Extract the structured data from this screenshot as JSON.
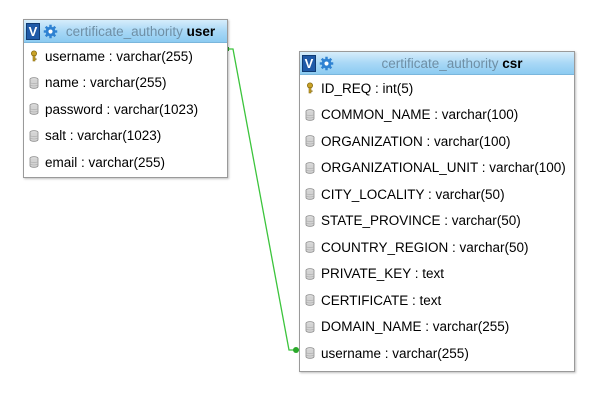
{
  "colors": {
    "relation_line": "#3cc43c",
    "header_top": "#d6edfb",
    "header_bottom": "#8ccbf1",
    "toggle": "#1f5aa8"
  },
  "tables": {
    "user": {
      "toggle_label": "V",
      "database": "certificate_authority",
      "name": "user",
      "columns": [
        {
          "text": "username : varchar(255)",
          "icon": "key-icon"
        },
        {
          "text": "name : varchar(255)",
          "icon": "column-icon"
        },
        {
          "text": "password : varchar(1023)",
          "icon": "column-icon"
        },
        {
          "text": "salt : varchar(1023)",
          "icon": "column-icon"
        },
        {
          "text": "email : varchar(255)",
          "icon": "column-icon"
        }
      ]
    },
    "csr": {
      "toggle_label": "V",
      "database": "certificate_authority",
      "name": "csr",
      "columns": [
        {
          "text": "ID_REQ : int(5)",
          "icon": "key-icon"
        },
        {
          "text": "COMMON_NAME : varchar(100)",
          "icon": "column-icon"
        },
        {
          "text": "ORGANIZATION : varchar(100)",
          "icon": "column-icon"
        },
        {
          "text": "ORGANIZATIONAL_UNIT : varchar(100)",
          "icon": "column-icon"
        },
        {
          "text": "CITY_LOCALITY : varchar(50)",
          "icon": "column-icon"
        },
        {
          "text": "STATE_PROVINCE : varchar(50)",
          "icon": "column-icon"
        },
        {
          "text": "COUNTRY_REGION : varchar(50)",
          "icon": "column-icon"
        },
        {
          "text": "PRIVATE_KEY : text",
          "icon": "column-icon"
        },
        {
          "text": "CERTIFICATE : text",
          "icon": "column-icon"
        },
        {
          "text": "DOMAIN_NAME : varchar(255)",
          "icon": "column-icon"
        },
        {
          "text": "username : varchar(255)",
          "icon": "column-icon"
        }
      ]
    }
  },
  "relation": {
    "from": "user.username",
    "to": "csr.username"
  }
}
